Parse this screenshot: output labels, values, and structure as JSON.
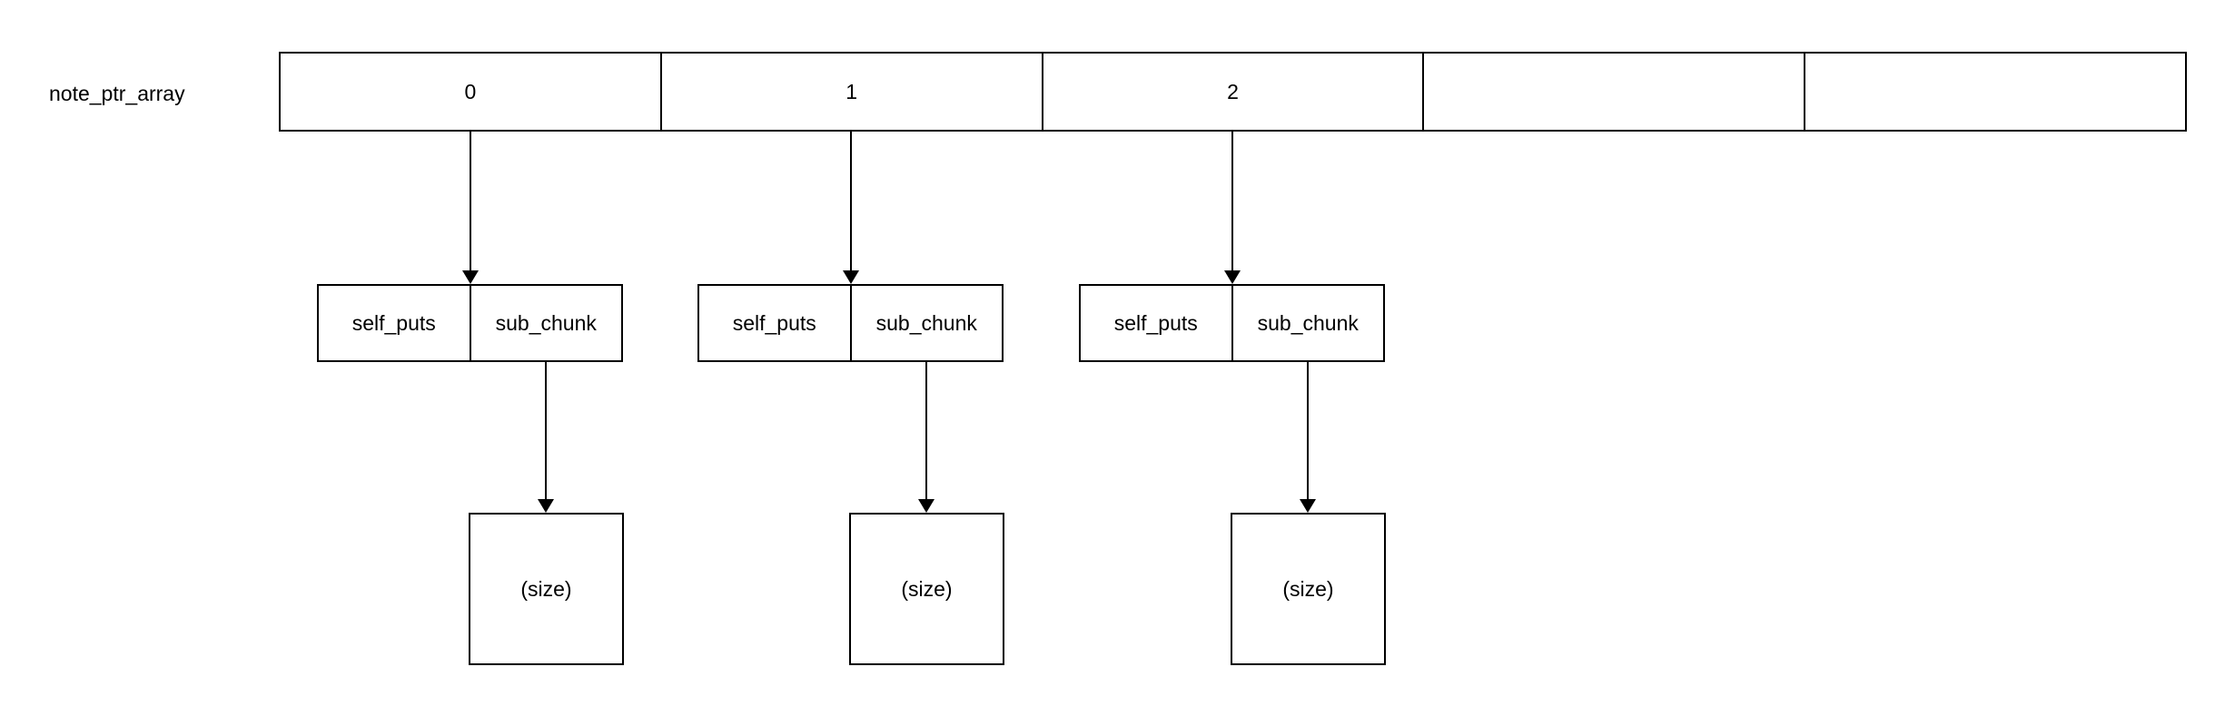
{
  "diagram": {
    "title_label": "note_ptr_array",
    "array": {
      "name": "note_ptr_array",
      "cells": [
        {
          "label": "0",
          "filled": true
        },
        {
          "label": "1",
          "filled": true
        },
        {
          "label": "2",
          "filled": true
        },
        {
          "label": "",
          "filled": false
        },
        {
          "label": "",
          "filled": false
        }
      ]
    },
    "chunks": [
      {
        "field_left": "self_puts",
        "field_right": "sub_chunk",
        "size_label": "(size)"
      },
      {
        "field_left": "self_puts",
        "field_right": "sub_chunk",
        "size_label": "(size)"
      },
      {
        "field_left": "self_puts",
        "field_right": "sub_chunk",
        "size_label": "(size)"
      }
    ],
    "colors": {
      "stroke": "#000000",
      "background": "#ffffff",
      "text": "#000000"
    }
  }
}
